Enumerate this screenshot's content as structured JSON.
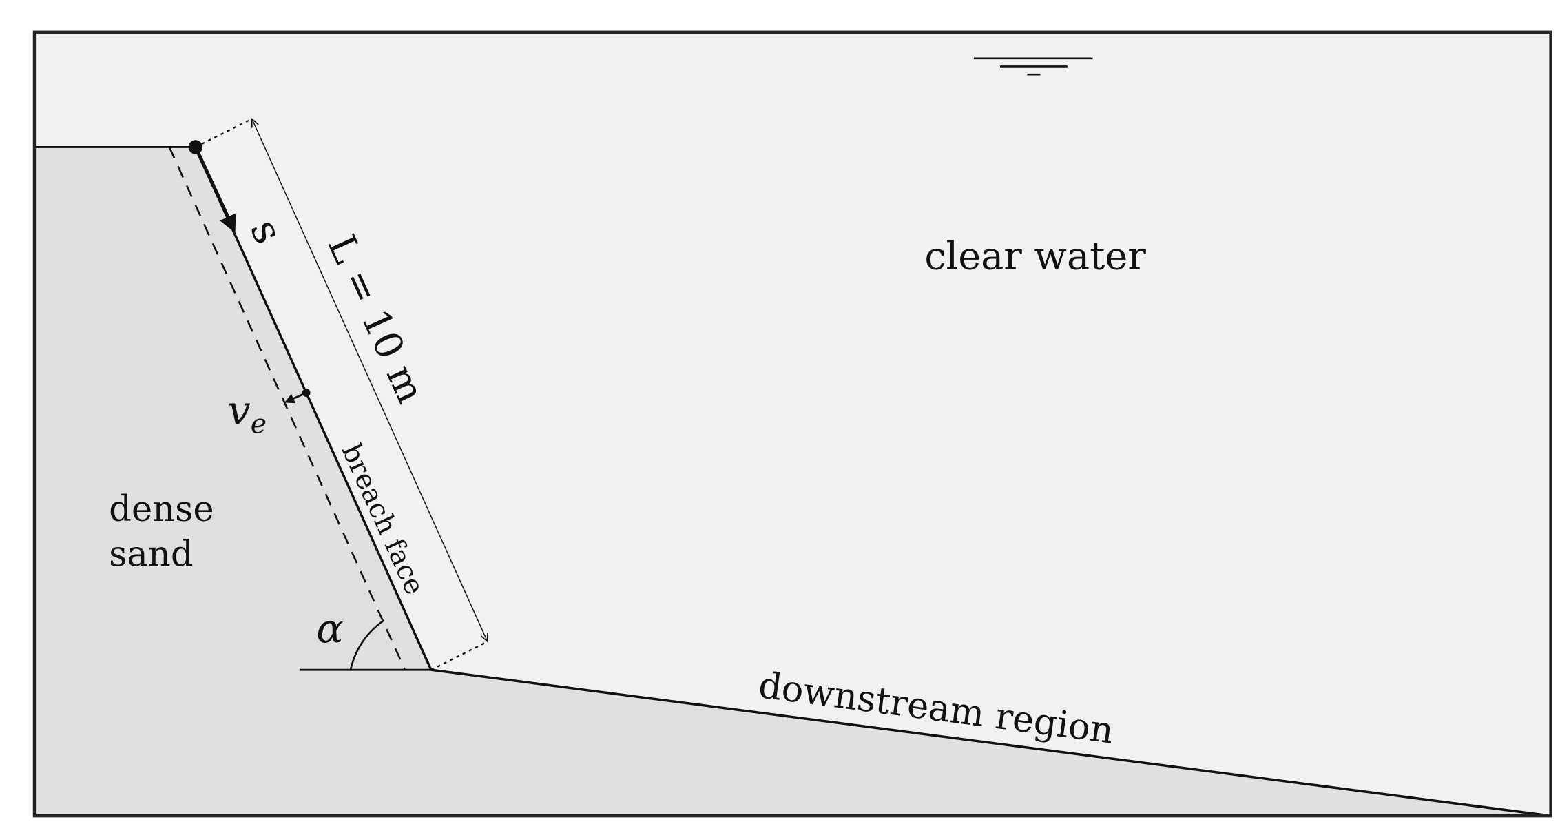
{
  "labels": {
    "clear_water": "clear water",
    "dense_sand_line1": "dense",
    "dense_sand_line2": "sand",
    "s": "s",
    "length": "L = 10 m",
    "ve_main": "v",
    "ve_sub": "e",
    "breach_face": "breach face",
    "alpha": "α",
    "downstream": "downstream region"
  },
  "colors": {
    "water": "#f1f1f1",
    "sand": "#e0e0e0",
    "line": "#111111"
  }
}
